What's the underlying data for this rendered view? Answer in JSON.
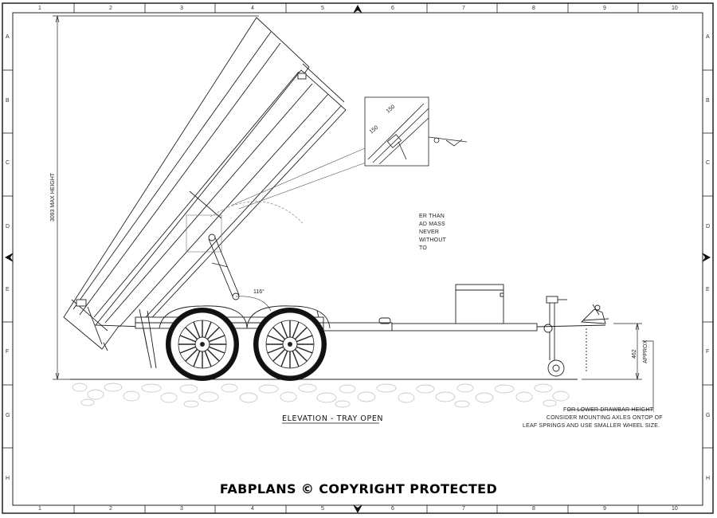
{
  "sheet": {
    "column_numbers": [
      "1",
      "2",
      "3",
      "4",
      "5",
      "6",
      "7",
      "8",
      "9",
      "10"
    ],
    "row_letters": [
      "A",
      "B",
      "C",
      "D",
      "E",
      "F",
      "G",
      "H"
    ]
  },
  "drawing": {
    "title": "ELEVATION - TRAY OPEN",
    "max_height_label": "3093 MAX HEIGHT",
    "angle_label": "116°",
    "detail_dim_1": "150",
    "detail_dim_2": "150",
    "drawbar_dim_value": "462",
    "drawbar_dim_note": "APPROX",
    "warning_lines": [
      "ER THAN",
      "AD MASS",
      "NEVER",
      "WITHOUT",
      "TO"
    ],
    "drawbar_note_lines": [
      "FOR LOWER DRAWBAR HEIGHT,",
      "CONSIDER MOUNTING AXLES ONTOP OF",
      "LEAF SPRINGS AND USE SMALLER WHEEL SIZE."
    ]
  },
  "footer": {
    "copyright": "FABPLANS © COPYRIGHT PROTECTED"
  },
  "colors": {
    "line": "#1a1a1a",
    "light_line": "#666666",
    "background": "#ffffff"
  }
}
